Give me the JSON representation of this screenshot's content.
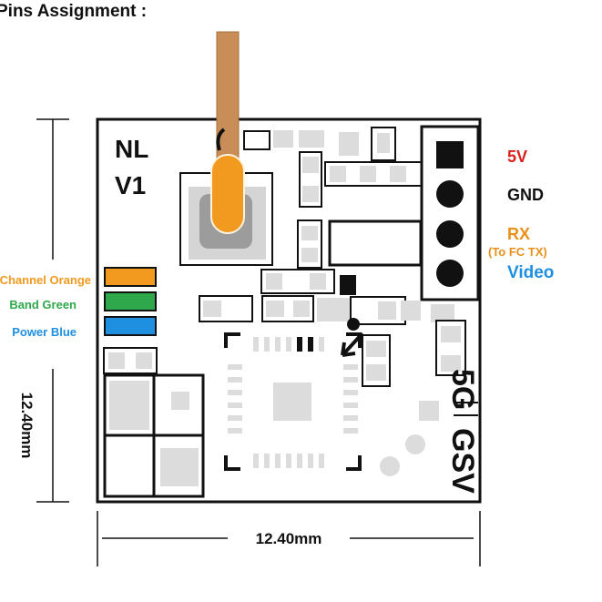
{
  "title": "Pins Assignment :",
  "board": {
    "marking_line1": "NL",
    "marking_line2": "V1",
    "side_text_top": "5G",
    "side_text_bottom": "GSV"
  },
  "pins": [
    {
      "name": "5V",
      "color": "#d9201c"
    },
    {
      "name": "GND",
      "color": "#111111"
    },
    {
      "name": "RX",
      "sub": "(To FC TX)",
      "color": "#e8901a"
    },
    {
      "name": "Video",
      "color": "#1f8fe0"
    }
  ],
  "buttons": [
    {
      "label": "Channel Orange",
      "color": "#f29a1f"
    },
    {
      "label": "Band Green",
      "color": "#2ea84a"
    },
    {
      "label": "Power Blue",
      "color": "#1f8fe0"
    }
  ],
  "dimensions": {
    "width_label": "12.40mm",
    "height_label": "12.40mm"
  },
  "colors": {
    "antenna": "#c98e58",
    "antenna_tip": "#f29a1f",
    "pad_gray": "#dcdcdc",
    "outline": "#111111"
  }
}
